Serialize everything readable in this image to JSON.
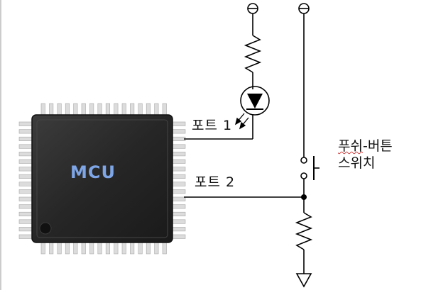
{
  "mcu_label": "MCU",
  "port1_label": "포트 1",
  "port2_label": "포트 2",
  "switch_label_line1_part1": "푸쉬",
  "switch_label_line1_part2": "-버튼",
  "switch_label_line2": "스위치",
  "colors": {
    "chip_body": "#2a2a2a",
    "mcu_text": "#7ea6e6",
    "wire": "#000000",
    "pins": "#dcdcdc"
  },
  "icons": [
    "vcc-symbol-icon",
    "resistor-icon",
    "led-icon",
    "push-button-switch-icon",
    "ground-icon",
    "chip-icon"
  ]
}
